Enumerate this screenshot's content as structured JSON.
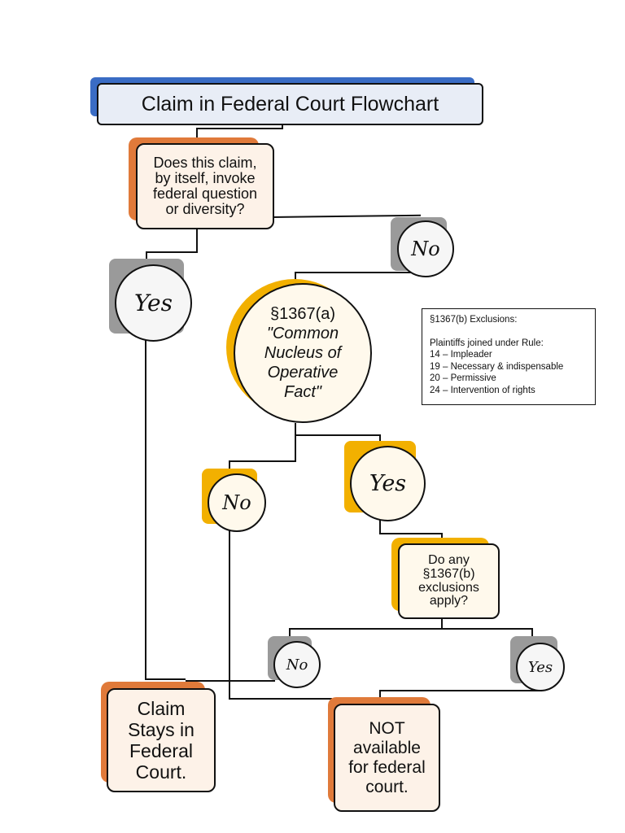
{
  "title": "Claim in Federal Court Flowchart",
  "colors": {
    "title_accent": "#3a6cc4",
    "orange": "#e07a3a",
    "gray": "#9a9a9a",
    "yellow": "#f2b000"
  },
  "nodes": {
    "q1": [
      "Does this claim,",
      "by itself, invoke",
      "federal question",
      "or diversity?"
    ],
    "no_1": "No",
    "yes_1": "Yes",
    "common_nucleus": {
      "section": "§1367(a)",
      "quote": [
        "\"Common",
        "Nucleus of",
        "Operative",
        "Fact\""
      ]
    },
    "no_2": "No",
    "yes_2": "Yes",
    "q2": [
      "Do any",
      "§1367(b)",
      "exclusions",
      "apply?"
    ],
    "no_3": "No",
    "yes_3": "Yes",
    "stays": [
      "Claim",
      "Stays in",
      "Federal",
      "Court."
    ],
    "not_available": [
      "NOT",
      "available",
      "for federal",
      "court."
    ]
  },
  "exclusions": {
    "heading": "§1367(b) Exclusions:",
    "subheading": "Plaintiffs joined under Rule:",
    "items": [
      "14 – Impleader",
      "19 – Necessary & indispensable",
      "20 – Permissive",
      "24 – Intervention of rights"
    ]
  }
}
